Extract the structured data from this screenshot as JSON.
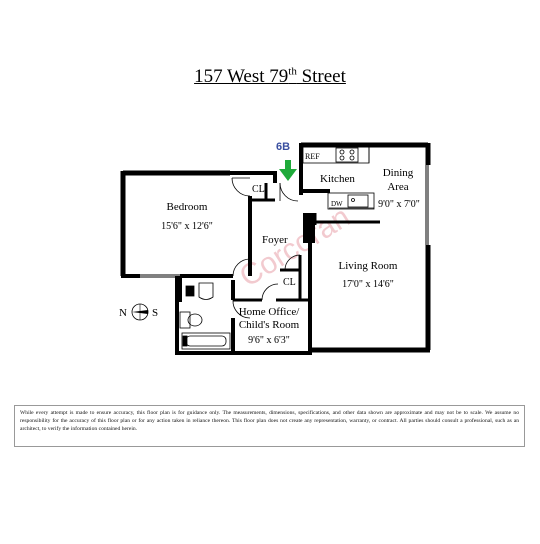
{
  "title": {
    "main": "157 West 79",
    "sup": "th",
    "rest": " Street"
  },
  "unit_label": "6B",
  "rooms": {
    "bedroom": {
      "name": "Bedroom",
      "dims": "15'6\" x 12'6\""
    },
    "kitchen": {
      "name": "Kitchen"
    },
    "dining": {
      "name_line1": "Dining",
      "name_line2": "Area",
      "dims": "9'0\" x 7'0\""
    },
    "foyer": {
      "name": "Foyer"
    },
    "living": {
      "name": "Living Room",
      "dims": "17'0\" x 14'6\""
    },
    "office": {
      "name_line1": "Home Office/",
      "name_line2": "Child's Room",
      "dims": "9'6\" x 6'3\""
    }
  },
  "closets": {
    "cl1": "CL",
    "cl2": "CL"
  },
  "fixtures": {
    "ref": "REF",
    "dw": "DW"
  },
  "compass": {
    "north": "N",
    "south": "S"
  },
  "watermark": "Corcoran",
  "disclaimer": "While every attempt is made to ensure accuracy, this floor plan is for guidance only.  The measurements, dimensions, specifications, and other data shown are approximate and may not be to scale.  We assume no responsibility for the accuracy of this floor plan or for any action taken in reliance thereon.  This floor plan does not create any representation, warranty, or contract.  All parties should consult a professional, such as an architect, to verify the information contained herein.",
  "colors": {
    "wall": "#000000",
    "arrow": "#1faa3a",
    "unit_label": "#3a4fa0",
    "watermark": "#e8a0a8"
  }
}
